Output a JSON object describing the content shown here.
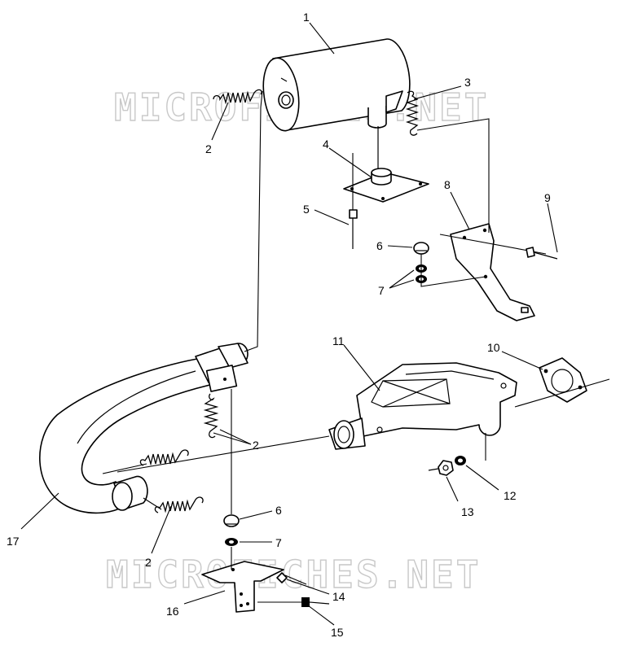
{
  "watermark": {
    "text": "MICROFICHES.NET",
    "color": "#c8c8c8"
  },
  "callouts": {
    "c1": "1",
    "c2a": "2",
    "c2b": "2",
    "c2c": "2",
    "c3": "3",
    "c4": "4",
    "c5": "5",
    "c6a": "6",
    "c6b": "6",
    "c7a": "7",
    "c7b": "7",
    "c8": "8",
    "c9": "9",
    "c10": "10",
    "c11": "11",
    "c12": "12",
    "c13": "13",
    "c14": "14",
    "c15": "15",
    "c16": "16",
    "c17": "17"
  }
}
